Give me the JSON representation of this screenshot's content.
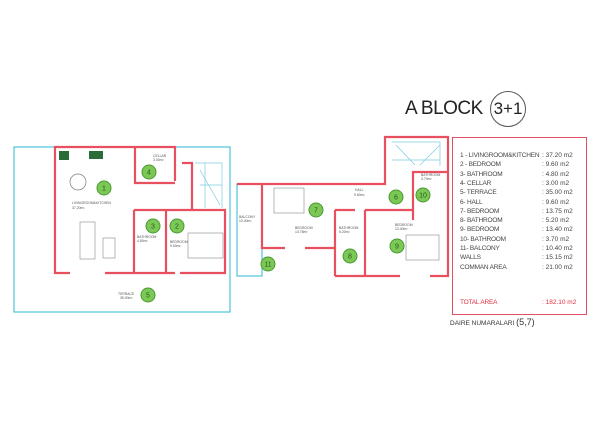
{
  "title": "A BLOCK",
  "unit_type": "3+1",
  "legend": [
    {
      "label": "1 - LIVINGROOM&KITCHEN",
      "value": ": 37.20 m2"
    },
    {
      "label": "2 - BEDROOM",
      "value": ": 9.60 m2"
    },
    {
      "label": "3- BATHROOM",
      "value": ": 4.80 m2"
    },
    {
      "label": "4- CELLAR",
      "value": ": 3.00 m2"
    },
    {
      "label": "5- TERRACE",
      "value": ": 35.00 m2"
    },
    {
      "label": "6- HALL",
      "value": ": 9.60 m2"
    },
    {
      "label": "7- BEDROOM",
      "value": ": 13.75 m2"
    },
    {
      "label": "8- BATHROOM",
      "value": ": 5.20 m2"
    },
    {
      "label": "9- BEDROOM",
      "value": ": 13.40 m2"
    },
    {
      "label": "10- BATHROOM",
      "value": ": 3.70 m2"
    },
    {
      "label": "11- BALCONY",
      "value": ": 10.40 m2"
    },
    {
      "label": "WALLS",
      "value": ": 15.15 m2"
    },
    {
      "label": "COMMAN AREA",
      "value": ": 21.00 m2"
    }
  ],
  "total": {
    "label": "TOTAL AREA",
    "value": ": 182.10 m2"
  },
  "daire_label": "DAIRE NUMARALARI",
  "daire_value": "(5,7)",
  "rooms": {
    "r1": "LIVINGROOM&KITCHEN",
    "r1a": "37.20m²",
    "r4": "CELLAR",
    "r4a": "3.00m²",
    "r3": "BATHROOM",
    "r3a": "4.80m²",
    "r2": "BEDROOM",
    "r2a": "9.60m²",
    "r5": "TERRACE",
    "r5a": "35.00m²",
    "r6": "HALL",
    "r6a": "9.60m²",
    "r7": "BEDROOM",
    "r7a": "13.75m²",
    "r8": "BATHROOM",
    "r8a": "5.20m²",
    "r9": "BEDROOM",
    "r9a": "13.40m²",
    "r10": "BATHROOM",
    "r10a": "3.70m²",
    "r11": "BALCONY",
    "r11a": "10.40m²"
  },
  "numbers": [
    "1",
    "2",
    "3",
    "4",
    "5",
    "6",
    "7",
    "8",
    "9",
    "10",
    "11"
  ]
}
